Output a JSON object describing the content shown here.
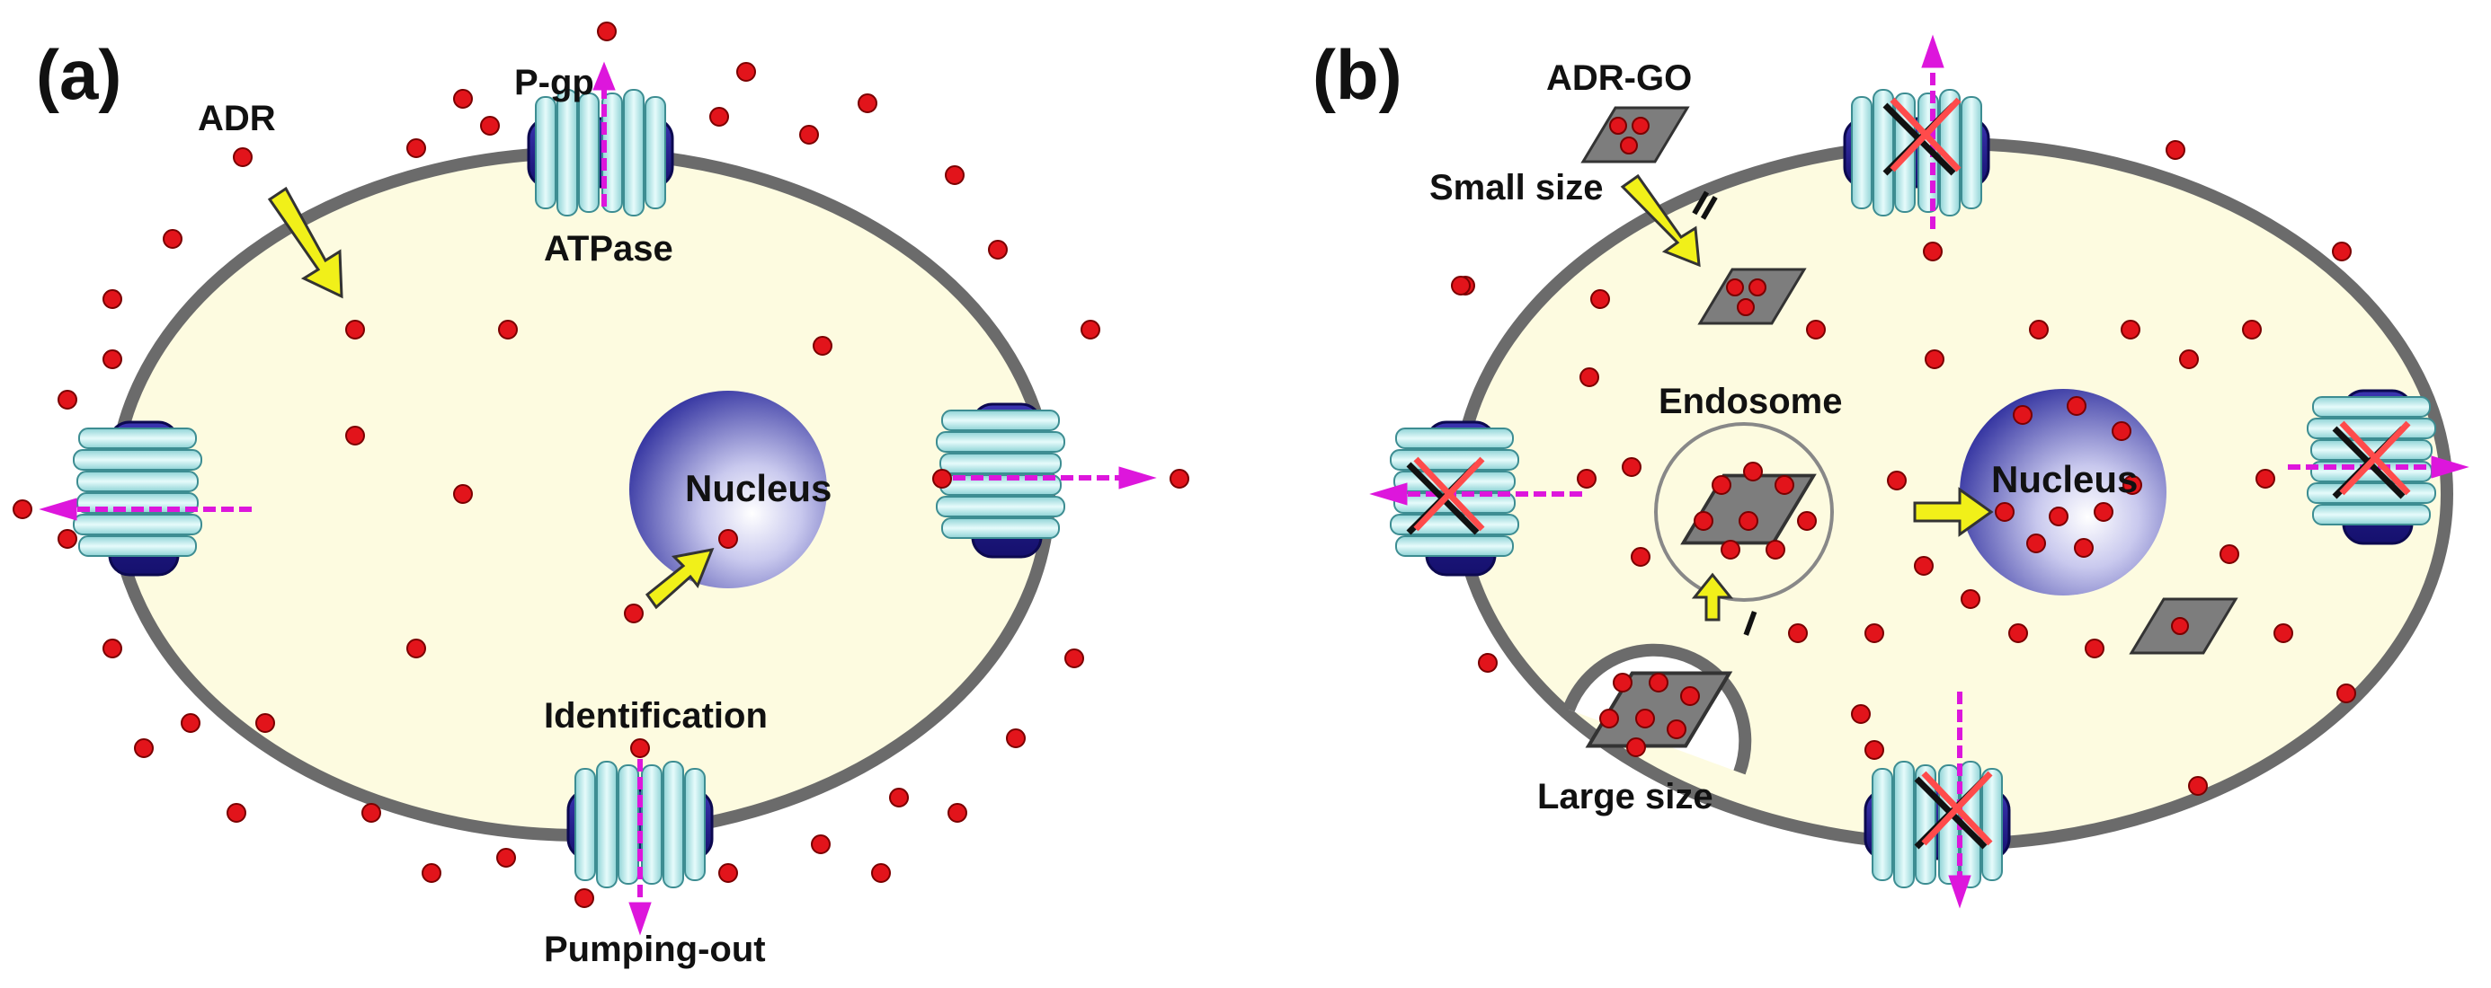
{
  "panel_a": {
    "label": "(a)",
    "drug_label": "ADR",
    "pump_label": "P-gp",
    "atpase_label": "ATPase",
    "nucleus_label": "Nucleus",
    "identification_label": "Identification",
    "pumping_out_label": "Pumping-out"
  },
  "panel_b": {
    "label": "(b)",
    "drug_label": "ADR-GO",
    "small_size_label": "Small size",
    "endosome_label": "Endosome",
    "nucleus_label": "Nucleus",
    "large_size_label": "Large size",
    "path_marker_small": "II",
    "path_marker_large": "I"
  },
  "colors": {
    "cell_fill": "#fdfbe0",
    "membrane": "#6b6b6b",
    "drug_dot": "#e2141b",
    "pump_barrel": "#1e1a88",
    "pump_cylinder": "#bfe9ea",
    "efflux_arrow": "#dd16dc",
    "uptake_arrow": "#f1f019",
    "nanosheet": "#7d7d7d",
    "block_cross": "#ff4444"
  },
  "icons": [
    "adr-drug-dot",
    "p-gp-pump-icon",
    "graphene-oxide-sheet-icon",
    "block-cross-icon",
    "uptake-arrow-icon",
    "efflux-arrow-icon"
  ]
}
